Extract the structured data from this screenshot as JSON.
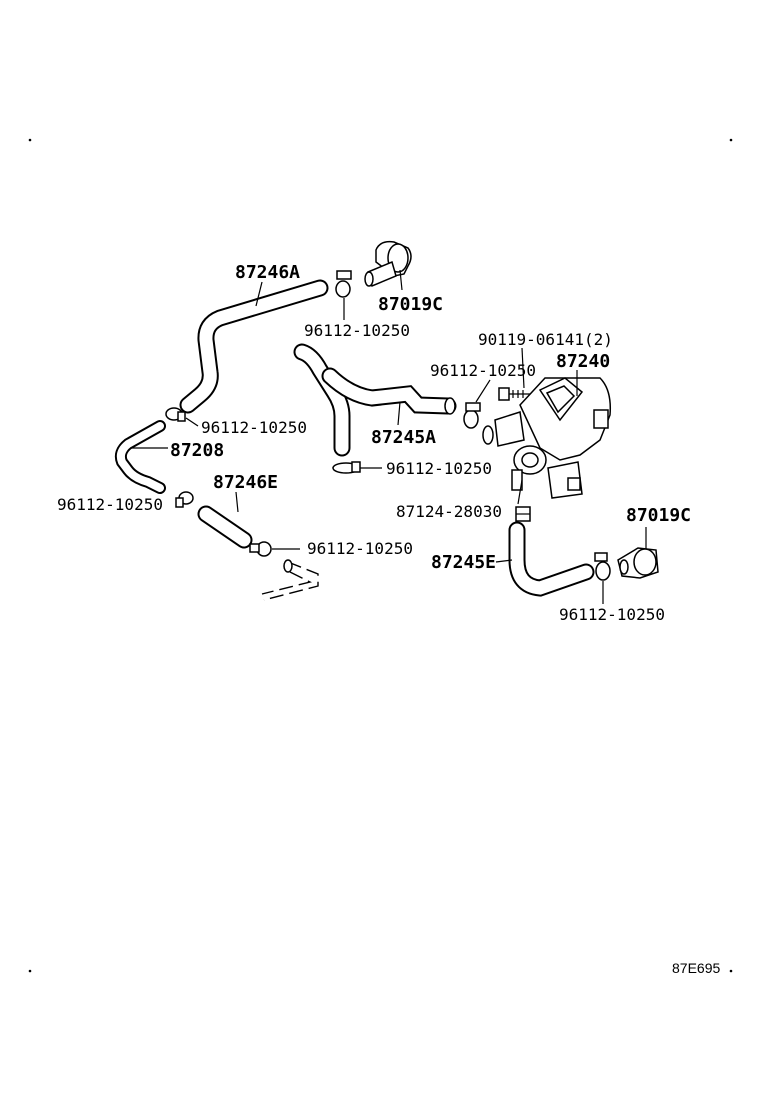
{
  "diagram": {
    "drawing_code": "87E695",
    "labels": {
      "hose_87246A": "87246A",
      "elbow_top": "87019C",
      "clamp_top": "96112-10250",
      "bolt": "90119-06141(2)",
      "valve": "87240",
      "clamp_valve": "96112-10250",
      "hose_87245A": "87245A",
      "clamp_left_upper": "96112-10250",
      "pipe_87208": "87208",
      "clamp_bottom_87245A": "96112-10250",
      "clamp_left_lower": "96112-10250",
      "hose_87246E": "87246E",
      "clip": "87124-28030",
      "elbow_right": "87019C",
      "clamp_mid": "96112-10250",
      "hose_87245E": "87245E",
      "clamp_right": "96112-10250"
    }
  }
}
